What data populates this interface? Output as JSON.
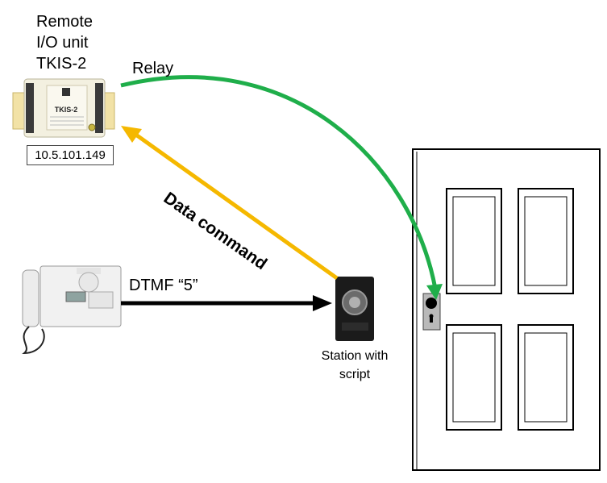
{
  "title": [
    "Remote",
    "I/O unit",
    "TKIS-2"
  ],
  "ip_address": "10.5.101.149",
  "device_label": "TKIS-2",
  "relay_label": "Relay",
  "data_command_label": "Data command",
  "dtmf_label": "DTMF “5”",
  "station_label": [
    "Station with",
    "script"
  ],
  "colors": {
    "relay_arrow": "#1fae4a",
    "data_command_arrow": "#f5b800",
    "dtmf_arrow": "#000000"
  },
  "icons": [
    "tkis-2-module-icon",
    "desk-intercom-phone-icon",
    "intercom-station-icon",
    "door-icon",
    "door-lock-icon"
  ]
}
